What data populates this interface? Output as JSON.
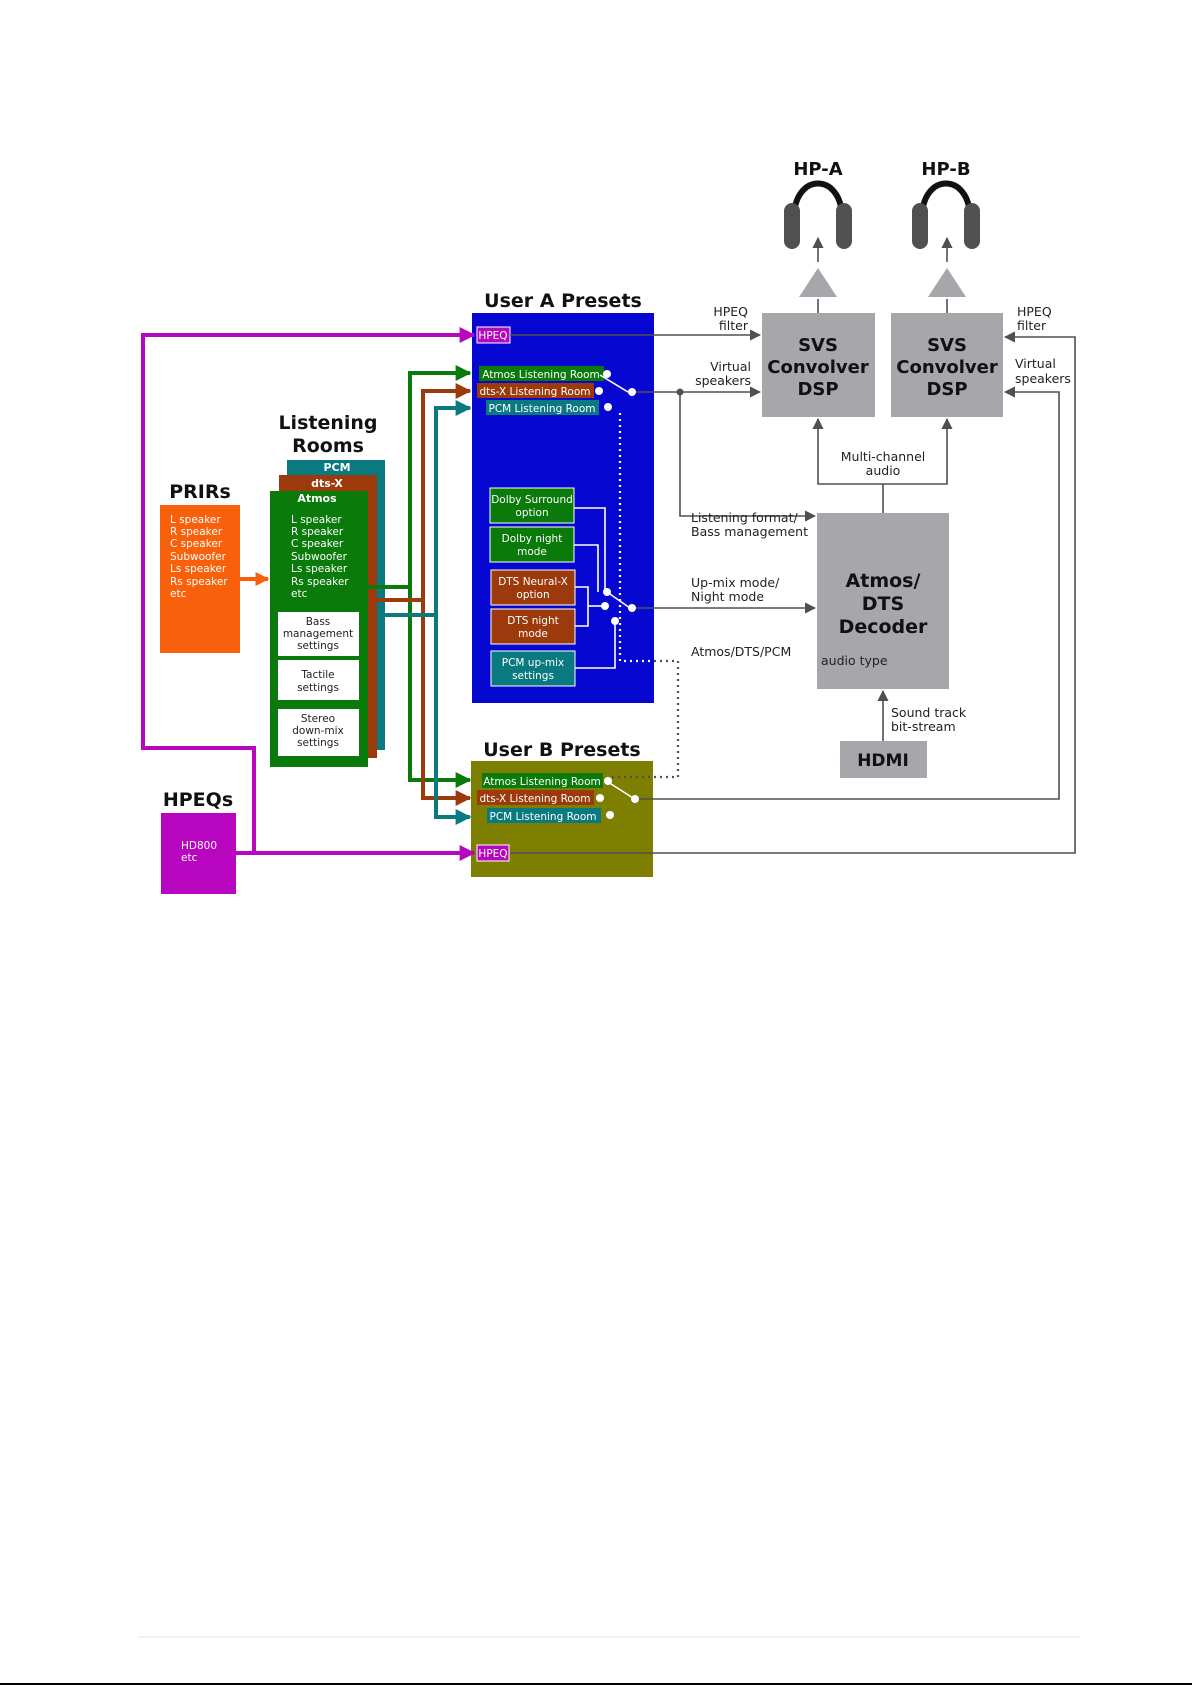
{
  "colors": {
    "magenta": "#b805bf",
    "orange": "#f8600b",
    "green": "#0a7a0a",
    "brown": "#9c3a0c",
    "teal": "#0a7a80",
    "user_a_bg": "#0707d2",
    "user_b_bg": "#7e7e00",
    "gray_box": "#a6a6ab",
    "line_gray": "#505050"
  },
  "prirs": {
    "title": "PRIRs",
    "items": [
      "L speaker",
      "R speaker",
      "C speaker",
      "Subwoofer",
      "Ls speaker",
      "Rs speaker",
      "etc"
    ]
  },
  "hpeqs": {
    "title": "HPEQs",
    "items": [
      "HD800",
      "etc"
    ]
  },
  "listening_rooms": {
    "title_line1": "Listening",
    "title_line2": "Rooms",
    "pcm": "PCM",
    "dtsx": "dts-X",
    "atmos": "Atmos",
    "items": [
      "L speaker",
      "R speaker",
      "C speaker",
      "Subwoofer",
      "Ls speaker",
      "Rs speaker",
      "etc"
    ],
    "bass": [
      "Bass",
      "management",
      "settings"
    ],
    "tactile": [
      "Tactile",
      "settings"
    ],
    "stereo": [
      "Stereo",
      "down-mix",
      "settings"
    ]
  },
  "user_a": {
    "title": "User A Presets",
    "hpeq": "HPEQ",
    "atmos_room": "Atmos Listening Room",
    "dtsx_room": "dts-X Listening Room",
    "pcm_room": "PCM Listening Room",
    "dolby_surround": [
      "Dolby Surround",
      "option"
    ],
    "dolby_night": [
      "Dolby night",
      "mode"
    ],
    "dts_neural": [
      "DTS Neural-X",
      "option"
    ],
    "dts_night": [
      "DTS night",
      "mode"
    ],
    "pcm_upmix": [
      "PCM up-mix",
      "settings"
    ]
  },
  "user_b": {
    "title": "User B Presets",
    "atmos_room": "Atmos Listening Room",
    "dtsx_room": "dts-X Listening Room",
    "pcm_room": "PCM Listening Room",
    "hpeq": "HPEQ"
  },
  "headphones": {
    "a": "HP-A",
    "b": "HP-B"
  },
  "svs": {
    "line1": "SVS",
    "line2": "Convolver",
    "line3": "DSP"
  },
  "decoder": {
    "line1": "Atmos/",
    "line2": "DTS",
    "line3": "Decoder",
    "audio_type": "audio type"
  },
  "hdmi": "HDMI",
  "labels": {
    "hpeq_filter_a": [
      "HPEQ",
      "filter"
    ],
    "virtual_speakers_a": [
      "Virtual",
      "speakers"
    ],
    "hpeq_filter_b": [
      "HPEQ",
      "filter"
    ],
    "virtual_speakers_b": [
      "Virtual",
      "speakers"
    ],
    "multichannel": [
      "Multi-channel",
      "audio"
    ],
    "listening_format": [
      "Listening format/",
      "Bass management"
    ],
    "upmix": [
      "Up-mix mode/",
      "Night mode"
    ],
    "atmos_dts_pcm": "Atmos/DTS/PCM",
    "soundtrack": [
      "Sound track",
      "bit-stream"
    ]
  }
}
